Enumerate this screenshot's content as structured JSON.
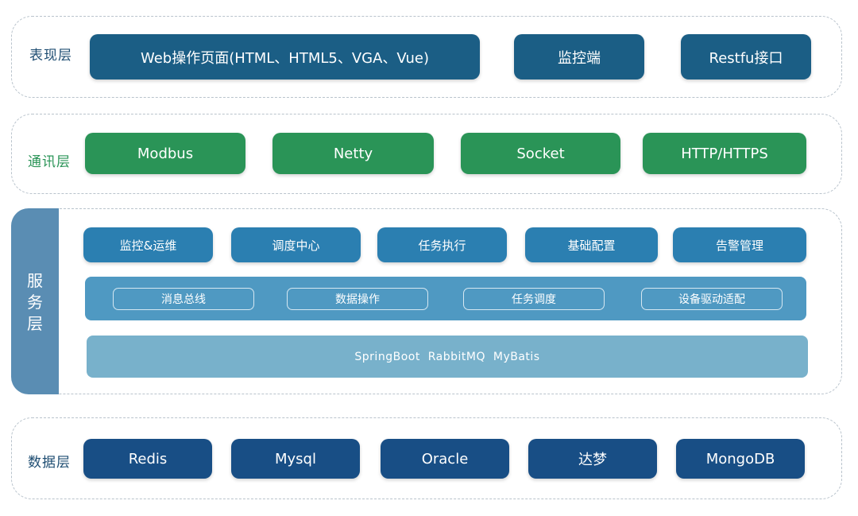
{
  "presentation_layer": {
    "label": "表现层",
    "items": [
      "Web操作页面(HTML、HTML5、VGA、Vue)",
      "监控端",
      "Restfu接口"
    ]
  },
  "communication_layer": {
    "label": "通讯层",
    "items": [
      "Modbus",
      "Netty",
      "Socket",
      "HTTP/HTTPS"
    ]
  },
  "service_layer": {
    "label_chars": [
      "服",
      "务",
      "层"
    ],
    "modules": [
      "监控&运维",
      "调度中心",
      "任务执行",
      "基础配置",
      "告警管理"
    ],
    "bus_items": [
      "消息总线",
      "数据操作",
      "任务调度",
      "设备驱动适配"
    ],
    "frameworks": "SpringBoot  RabbitMQ  MyBatis"
  },
  "data_layer": {
    "label": "数据层",
    "items": [
      "Redis",
      "Mysql",
      "Oracle",
      "达梦",
      "MongoDB"
    ]
  },
  "colors": {
    "presentation": "#1b5e85",
    "communication": "#2a9457",
    "service": "#2b7fb1",
    "data": "#184e85",
    "service_side": "#5a8db3"
  }
}
